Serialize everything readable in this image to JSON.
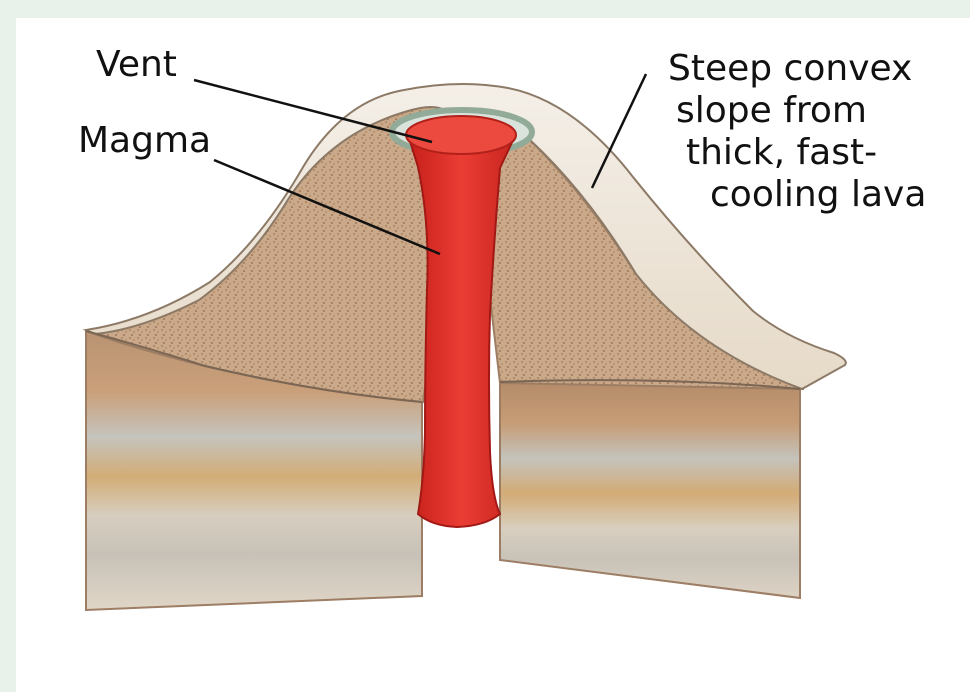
{
  "labels": {
    "vent": "Vent",
    "magma": "Magma",
    "slope_lines": [
      "Steep convex",
      "slope from",
      "thick, fast-",
      "cooling lava"
    ]
  },
  "colors": {
    "background": "#e8f1ea",
    "magma": "#e33a31",
    "cone_surface": "#efe6d7",
    "soil": "#c7a27e",
    "strata_tan": "#d9b077",
    "strata_grey": "#c9cbc7"
  }
}
